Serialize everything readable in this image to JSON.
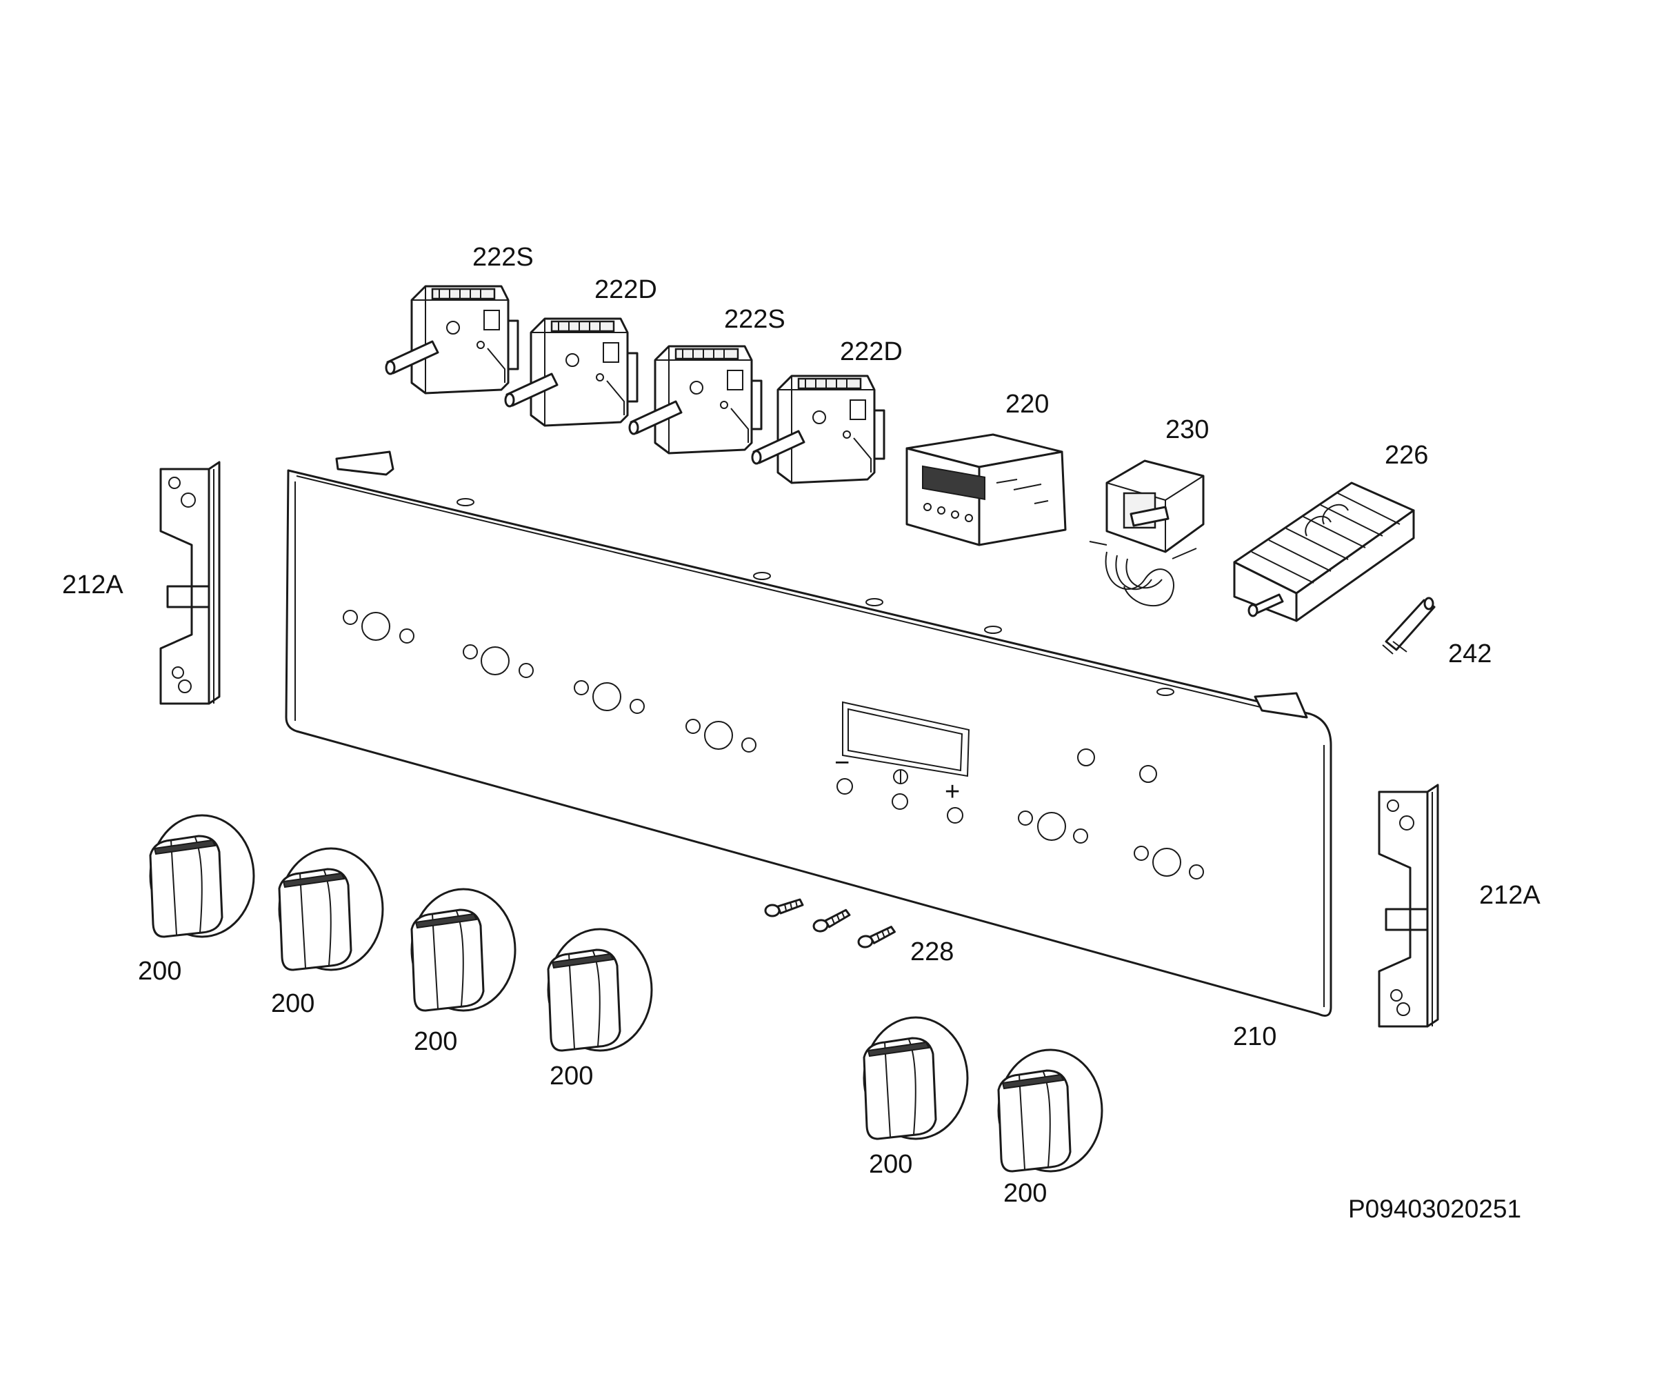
{
  "labels": {
    "switch_1": "222S",
    "switch_2": "222D",
    "switch_3": "222S",
    "switch_4": "222D",
    "timer": "220",
    "thermostat": "230",
    "selector": "226",
    "lamp": "242",
    "bracket_left": "212A",
    "bracket_right": "212A",
    "screws": "228",
    "panel": "210",
    "knob_1": "200",
    "knob_2": "200",
    "knob_3": "200",
    "knob_4": "200",
    "knob_5": "200",
    "knob_6": "200"
  },
  "panel_symbols": {
    "minus": "−",
    "plus": "+"
  },
  "drawing_code": "P09403020251"
}
